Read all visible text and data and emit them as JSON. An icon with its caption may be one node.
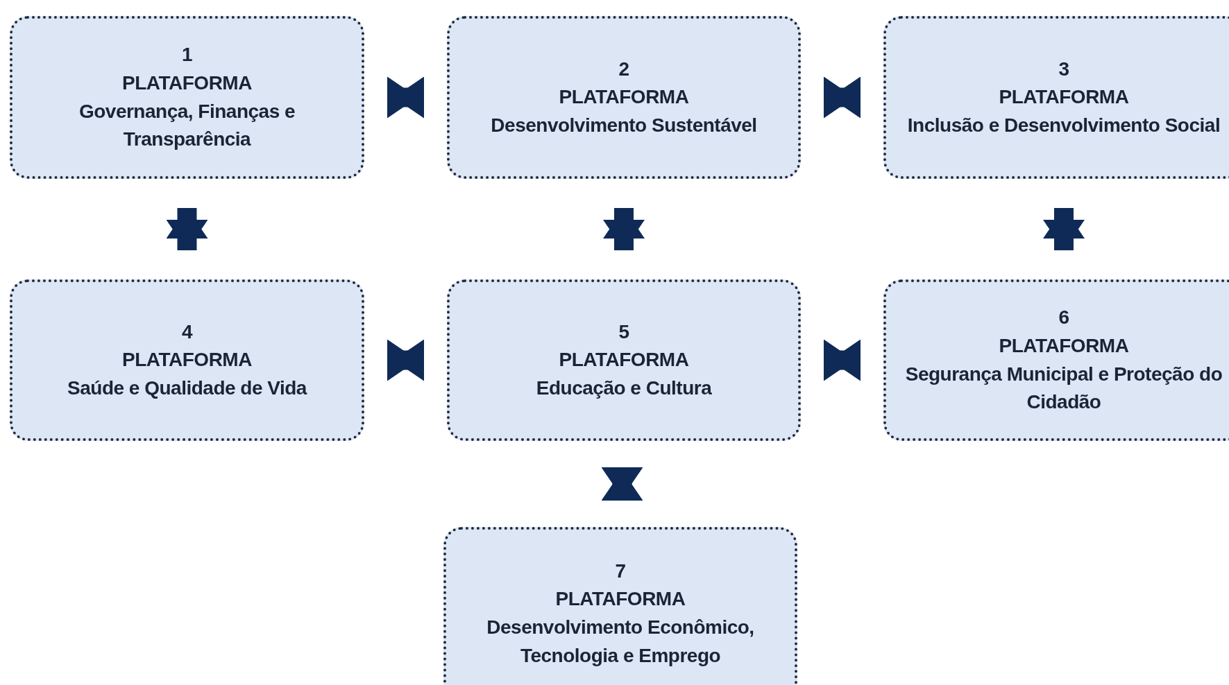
{
  "diagram": {
    "nodes": [
      {
        "text": [
          "1",
          "PLATAFORMA",
          "Governança, Finanças e Transparência"
        ]
      },
      {
        "text": [
          "2",
          "PLATAFORMA",
          "Desenvolvimento Sustentável"
        ]
      },
      {
        "text": [
          "3",
          "PLATAFORMA",
          "Inclusão e Desenvolvimento Social"
        ]
      },
      {
        "text": [
          "4",
          "PLATAFORMA",
          "Saúde e Qualidade de Vida"
        ]
      },
      {
        "text": [
          "5",
          "PLATAFORMA",
          "Educação e Cultura"
        ]
      },
      {
        "text": [
          "6",
          "PLATAFORMA",
          "Segurança Municipal e Proteção do Cidadão"
        ]
      },
      {
        "text": [
          "7",
          "PLATAFORMA",
          "Desenvolvimento Econômico, Tecnologia e Emprego"
        ]
      }
    ],
    "edges": [
      {
        "from": 0,
        "to": 1,
        "arrow": "both"
      },
      {
        "from": 1,
        "to": 2,
        "arrow": "both"
      },
      {
        "from": 0,
        "to": 3,
        "arrow": "both"
      },
      {
        "from": 1,
        "to": 4,
        "arrow": "both"
      },
      {
        "from": 2,
        "to": 5,
        "arrow": "both"
      },
      {
        "from": 3,
        "to": 4,
        "arrow": "both"
      },
      {
        "from": 4,
        "to": 5,
        "arrow": "both"
      },
      {
        "from": 4,
        "to": 6,
        "arrow": "both"
      }
    ]
  }
}
